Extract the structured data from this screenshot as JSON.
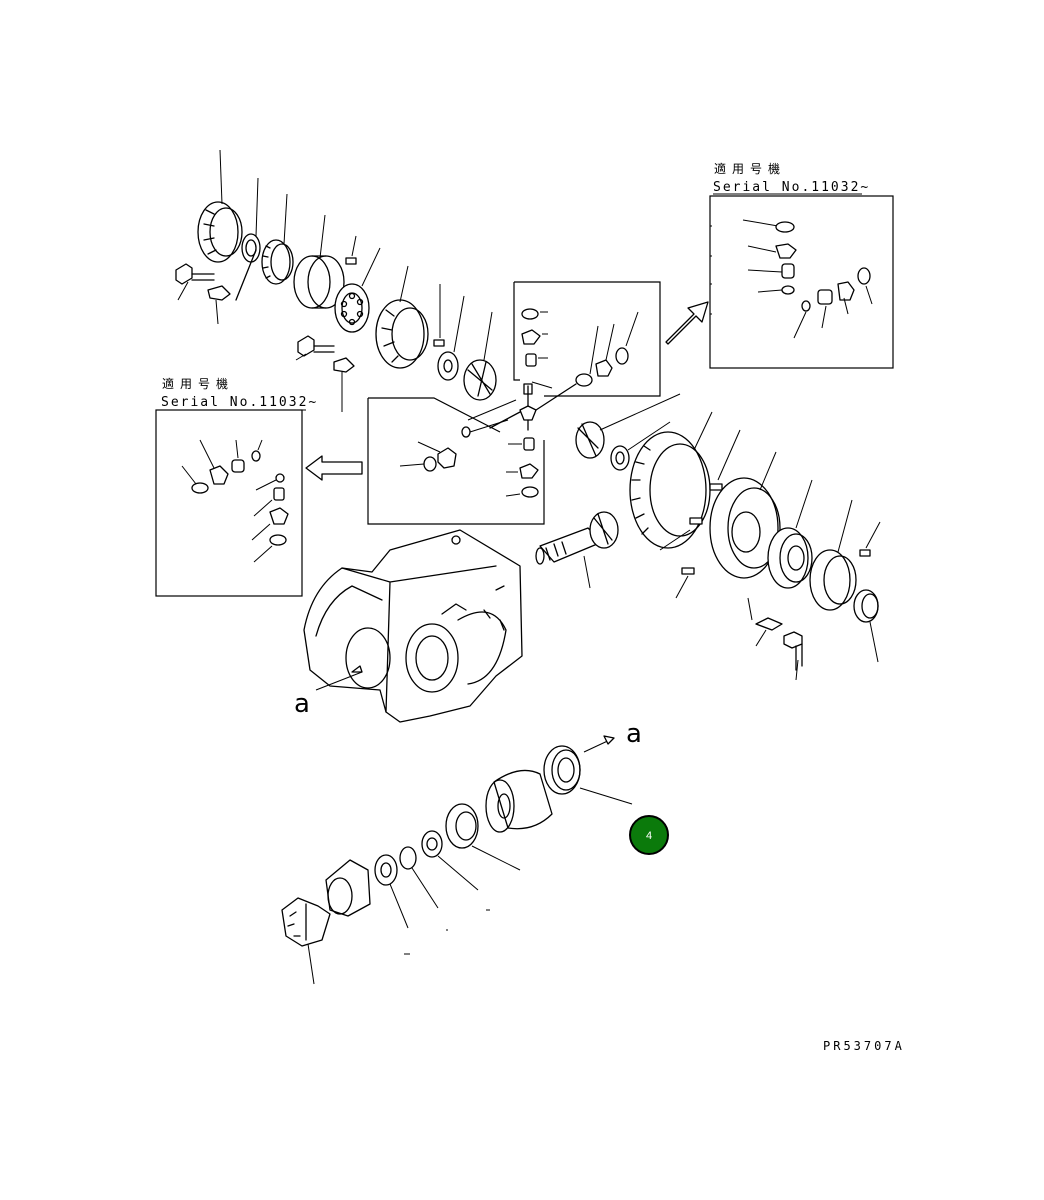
{
  "serial_note_left": {
    "line1": "適用号機",
    "line2": "Serial No.11032~"
  },
  "serial_note_right": {
    "line1": "適用号機",
    "line2": "Serial No.11032~"
  },
  "view_label_case": "a",
  "view_label_arrow": "a",
  "callout": {
    "number": "4",
    "color": "#0b7a0b"
  },
  "drawing_code": "PR53707A"
}
